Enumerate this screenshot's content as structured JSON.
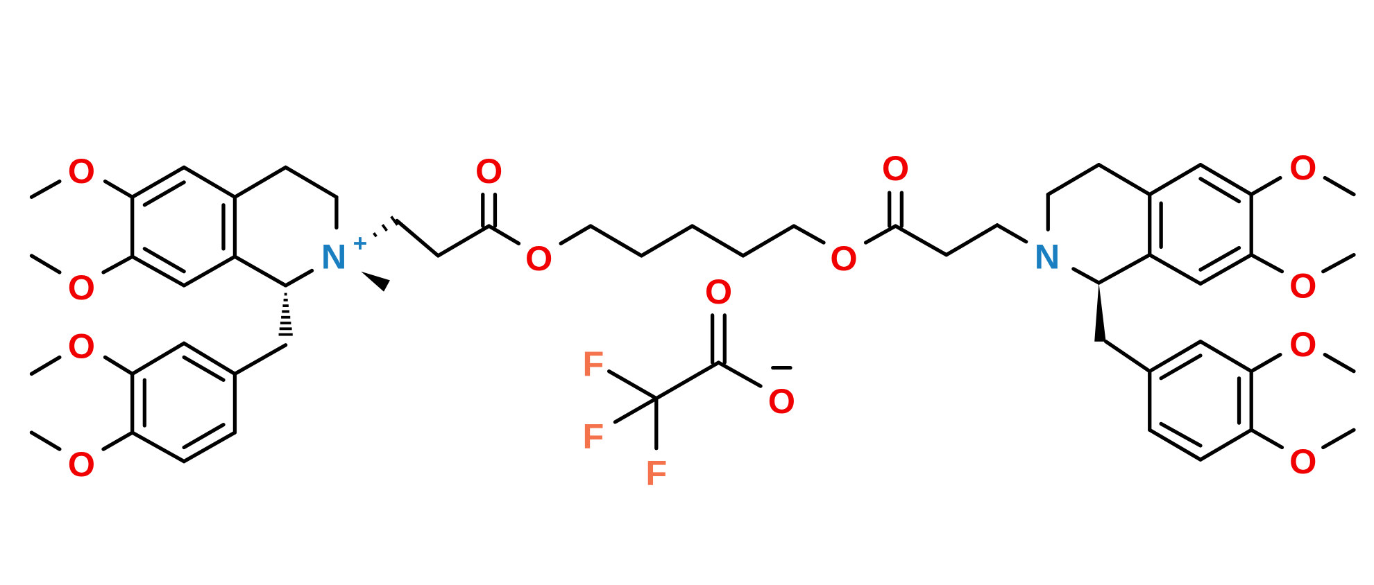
{
  "title": "Cisatracurium-related bis(tetrahydroisoquinoline) diester, trifluoroacetate salt",
  "colors": {
    "oxygen": "#f00000",
    "nitrogen": "#1a7fc1",
    "fluorine": "#f4734d",
    "bond": "#000000"
  },
  "atoms": {
    "O": "O",
    "N": "N",
    "F": "F",
    "plus": "+",
    "minus": "−"
  }
}
